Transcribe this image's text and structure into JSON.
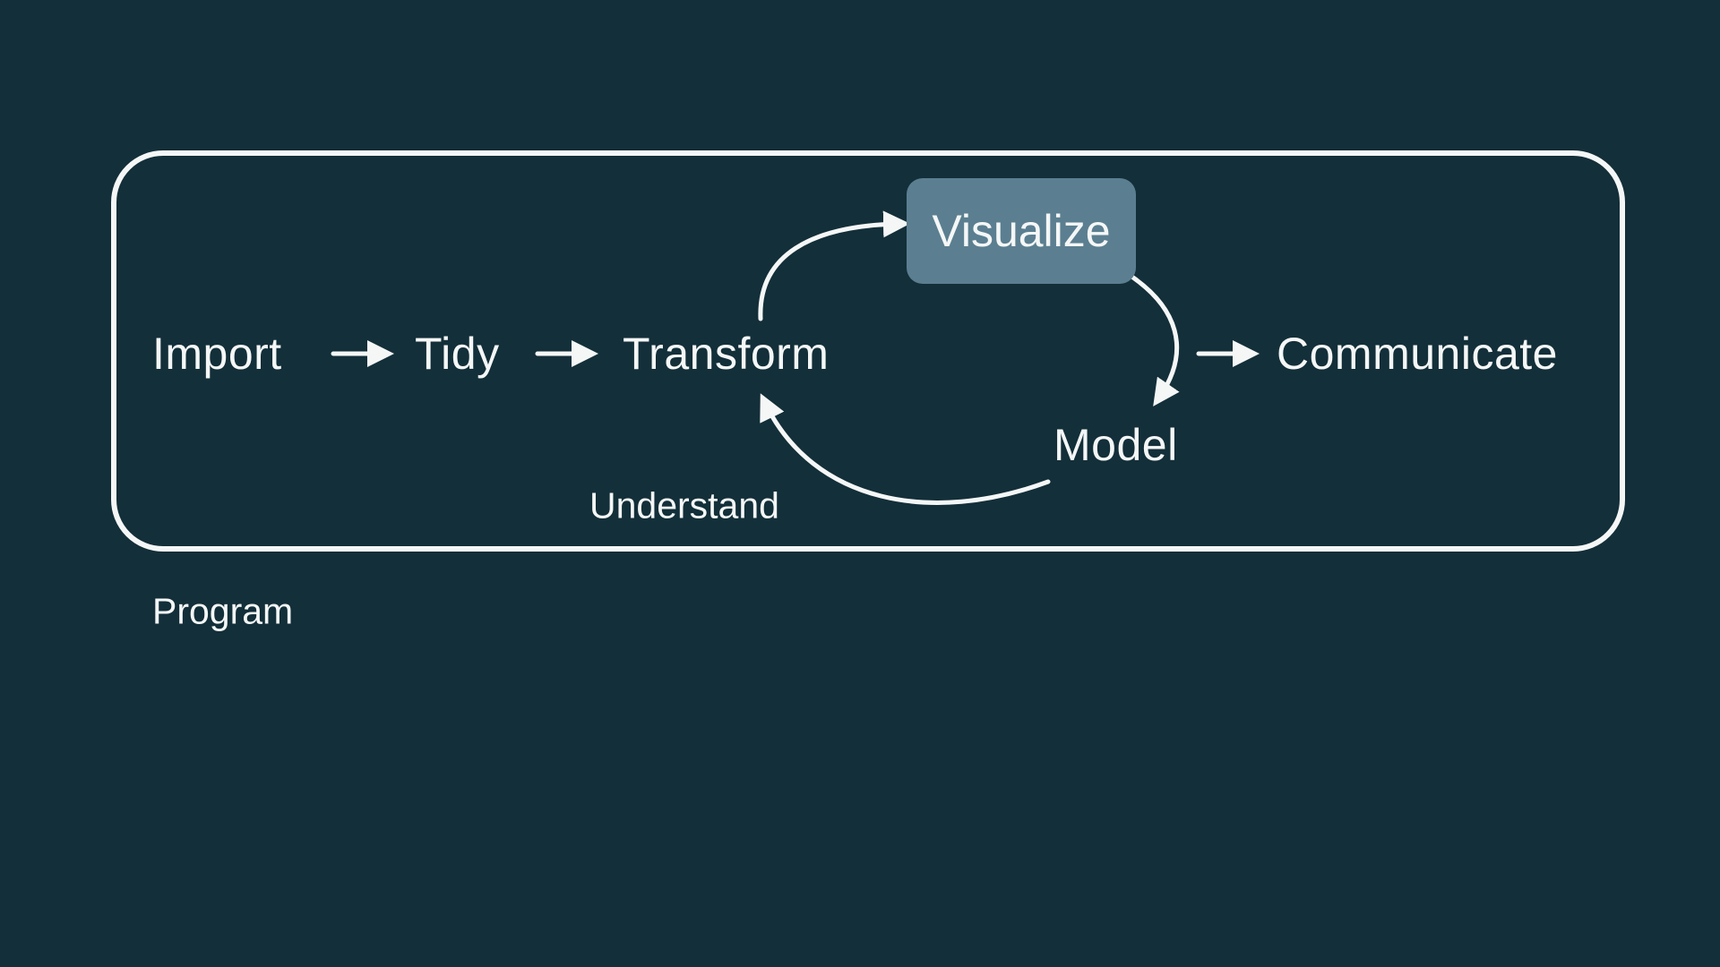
{
  "diagram": {
    "nodes": {
      "import": "Import",
      "tidy": "Tidy",
      "transform": "Transform",
      "visualize": "Visualize",
      "model": "Model",
      "communicate": "Communicate"
    },
    "labels": {
      "understand": "Understand",
      "program": "Program"
    },
    "edges": [
      {
        "from": "Import",
        "to": "Tidy",
        "style": "straight-arrow"
      },
      {
        "from": "Tidy",
        "to": "Transform",
        "style": "straight-arrow"
      },
      {
        "from": "Transform",
        "to": "Visualize",
        "style": "curved-arrow"
      },
      {
        "from": "Visualize",
        "to": "Model",
        "style": "curved-arrow"
      },
      {
        "from": "Model",
        "to": "Transform",
        "style": "curved-arrow"
      },
      {
        "from": "Understand-cycle",
        "to": "Communicate",
        "style": "straight-arrow"
      }
    ],
    "colors": {
      "background": "#132f39",
      "foreground": "#f5f7f7",
      "highlight": "#5b7f90"
    }
  }
}
